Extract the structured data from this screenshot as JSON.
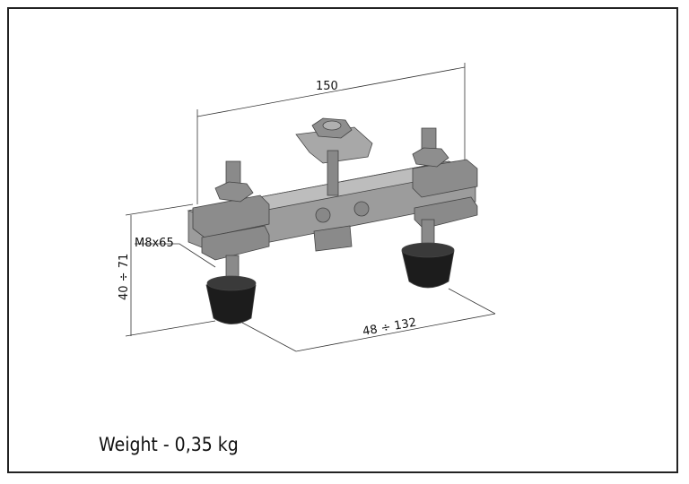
{
  "drawing": {
    "dim_length": "150",
    "dim_height": "40 ÷ 71",
    "dim_spacing": "48 ÷ 132",
    "bolt_label": "M8x65",
    "weight": "Weight - 0,35 kg"
  },
  "colors": {
    "metal": "#9a9a9a",
    "metal_dark": "#6e6e6e",
    "rubber": "#1a1a1a",
    "line": "#333333"
  }
}
